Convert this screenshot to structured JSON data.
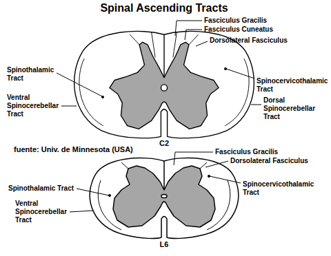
{
  "diagram": {
    "title": "Spinal Ascending Tracts",
    "labels": [
      "Fasciculus Gracilis",
      "Fasciculus Cuneatus",
      "Dorsolateral Fasciculus",
      "Spinothalamic Tract",
      "Spinocervicothalamic Tract",
      "Dorsal Spinocerebellar Tract",
      "Ventral Spinocerebellar Tract",
      "C2",
      "fuente: Univ. de Minnesota (USA)",
      "Fasciculus Gracilis",
      "Dorsolateral Fasciculus",
      "Spinothalamic Tract",
      "Spinocervicothalamic Tract",
      "Ventral Spinocerebellar Tract",
      "L6"
    ]
  }
}
